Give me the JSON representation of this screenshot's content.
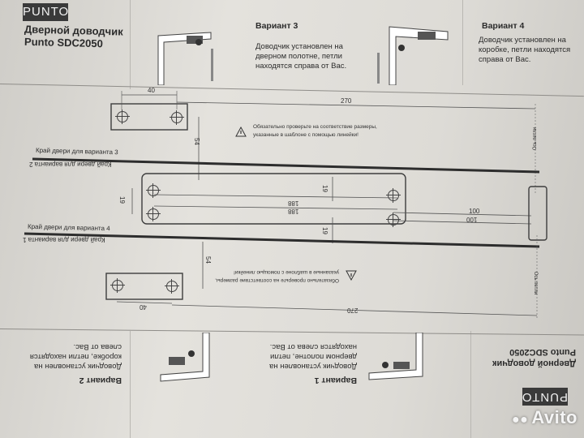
{
  "brand": "PUNTO",
  "header": {
    "title_line1": "Дверной доводчик",
    "title_line2": "Punto SDC2050"
  },
  "variant3": {
    "title": "Вариант 3",
    "text": [
      "Доводчик установлен на",
      "дверном полотне, петли",
      "находятся справа от Вас."
    ]
  },
  "variant4": {
    "title": "Вариант 4",
    "text": [
      "Доводчик установлен на",
      "коробке, петли находятся",
      "справа от Вас."
    ]
  },
  "variant1": {
    "title": "Вариант 1",
    "text": [
      "Доводчик установлен на",
      "дверном полотне, петли",
      "находятся слева от Вас."
    ]
  },
  "variant2": {
    "title": "Вариант 2",
    "text": [
      "Доводчик установлен на",
      "коробке, петли находятся",
      "слева от Вас."
    ]
  },
  "footer": {
    "title_line1": "Дверной доводчик",
    "title_line2": "Punto SDC2050"
  },
  "warning": {
    "line1": "Обязательно проверьте на соответствие размеры,",
    "line2": "указанные в шаблоне с помощью линейки!"
  },
  "edge_labels": {
    "v3": "Край двери для варианта 3",
    "v3_mirror": "Край двери для варианта 2",
    "v4": "Край двери для варианта 4",
    "v4_mirror": "Край двери для варианта 1",
    "hinge_top": "Ось петли",
    "hinge_bottom": "Ось петли"
  },
  "dimensions": {
    "top_plate_width": "40",
    "top_span": "270",
    "top_drop": "54",
    "left_gap": "19",
    "mid_outer": "188",
    "mid_inner": "188",
    "right_gap_top": "19",
    "right_gap_bottom": "19",
    "right_100_a": "100",
    "right_100_b": "100",
    "bottom_drop": "54",
    "bottom_plate_width": "40",
    "bottom_span": "270"
  },
  "watermark": "Avito"
}
